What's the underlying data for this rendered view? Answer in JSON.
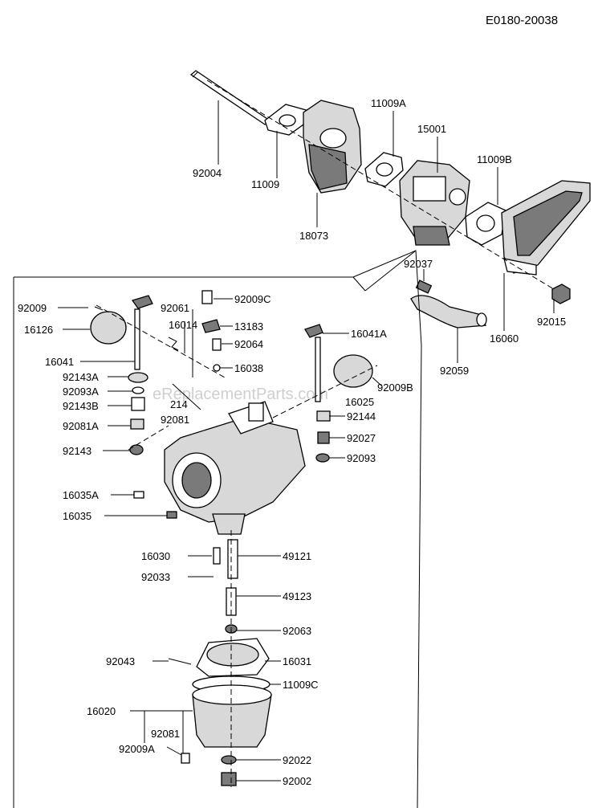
{
  "diagram_code": "E0180-20038",
  "watermark": "eReplacementParts.com",
  "labels": {
    "p92004": "92004",
    "p11009": "11009",
    "p18073": "18073",
    "p11009A": "11009A",
    "p15001": "15001",
    "p11009B": "11009B",
    "p92037": "92037",
    "p92015": "92015",
    "p16060": "16060",
    "p92059": "92059",
    "p92009": "92009",
    "p16126": "16126",
    "p16041": "16041",
    "p92143A": "92143A",
    "p92093A": "92093A",
    "p92143B": "92143B",
    "p92081A": "92081A",
    "p92143": "92143",
    "p92081": "92081",
    "p214": "214",
    "p92061": "92061",
    "p16014": "16014",
    "p92009C": "92009C",
    "p13183": "13183",
    "p92064": "92064",
    "p16038": "16038",
    "p16041A": "16041A",
    "p92009B": "92009B",
    "p16025": "16025",
    "p92144": "92144",
    "p92027": "92027",
    "p92093": "92093",
    "p16035A": "16035A",
    "p16035": "16035",
    "p16030": "16030",
    "p92033": "92033",
    "p49121": "49121",
    "p49123": "49123",
    "p92063": "92063",
    "p92043": "92043",
    "p16031": "16031",
    "p11009C": "11009C",
    "p16020": "16020",
    "p92081b": "92081",
    "p92009A": "92009A",
    "p92022": "92022",
    "p92002": "92002"
  }
}
